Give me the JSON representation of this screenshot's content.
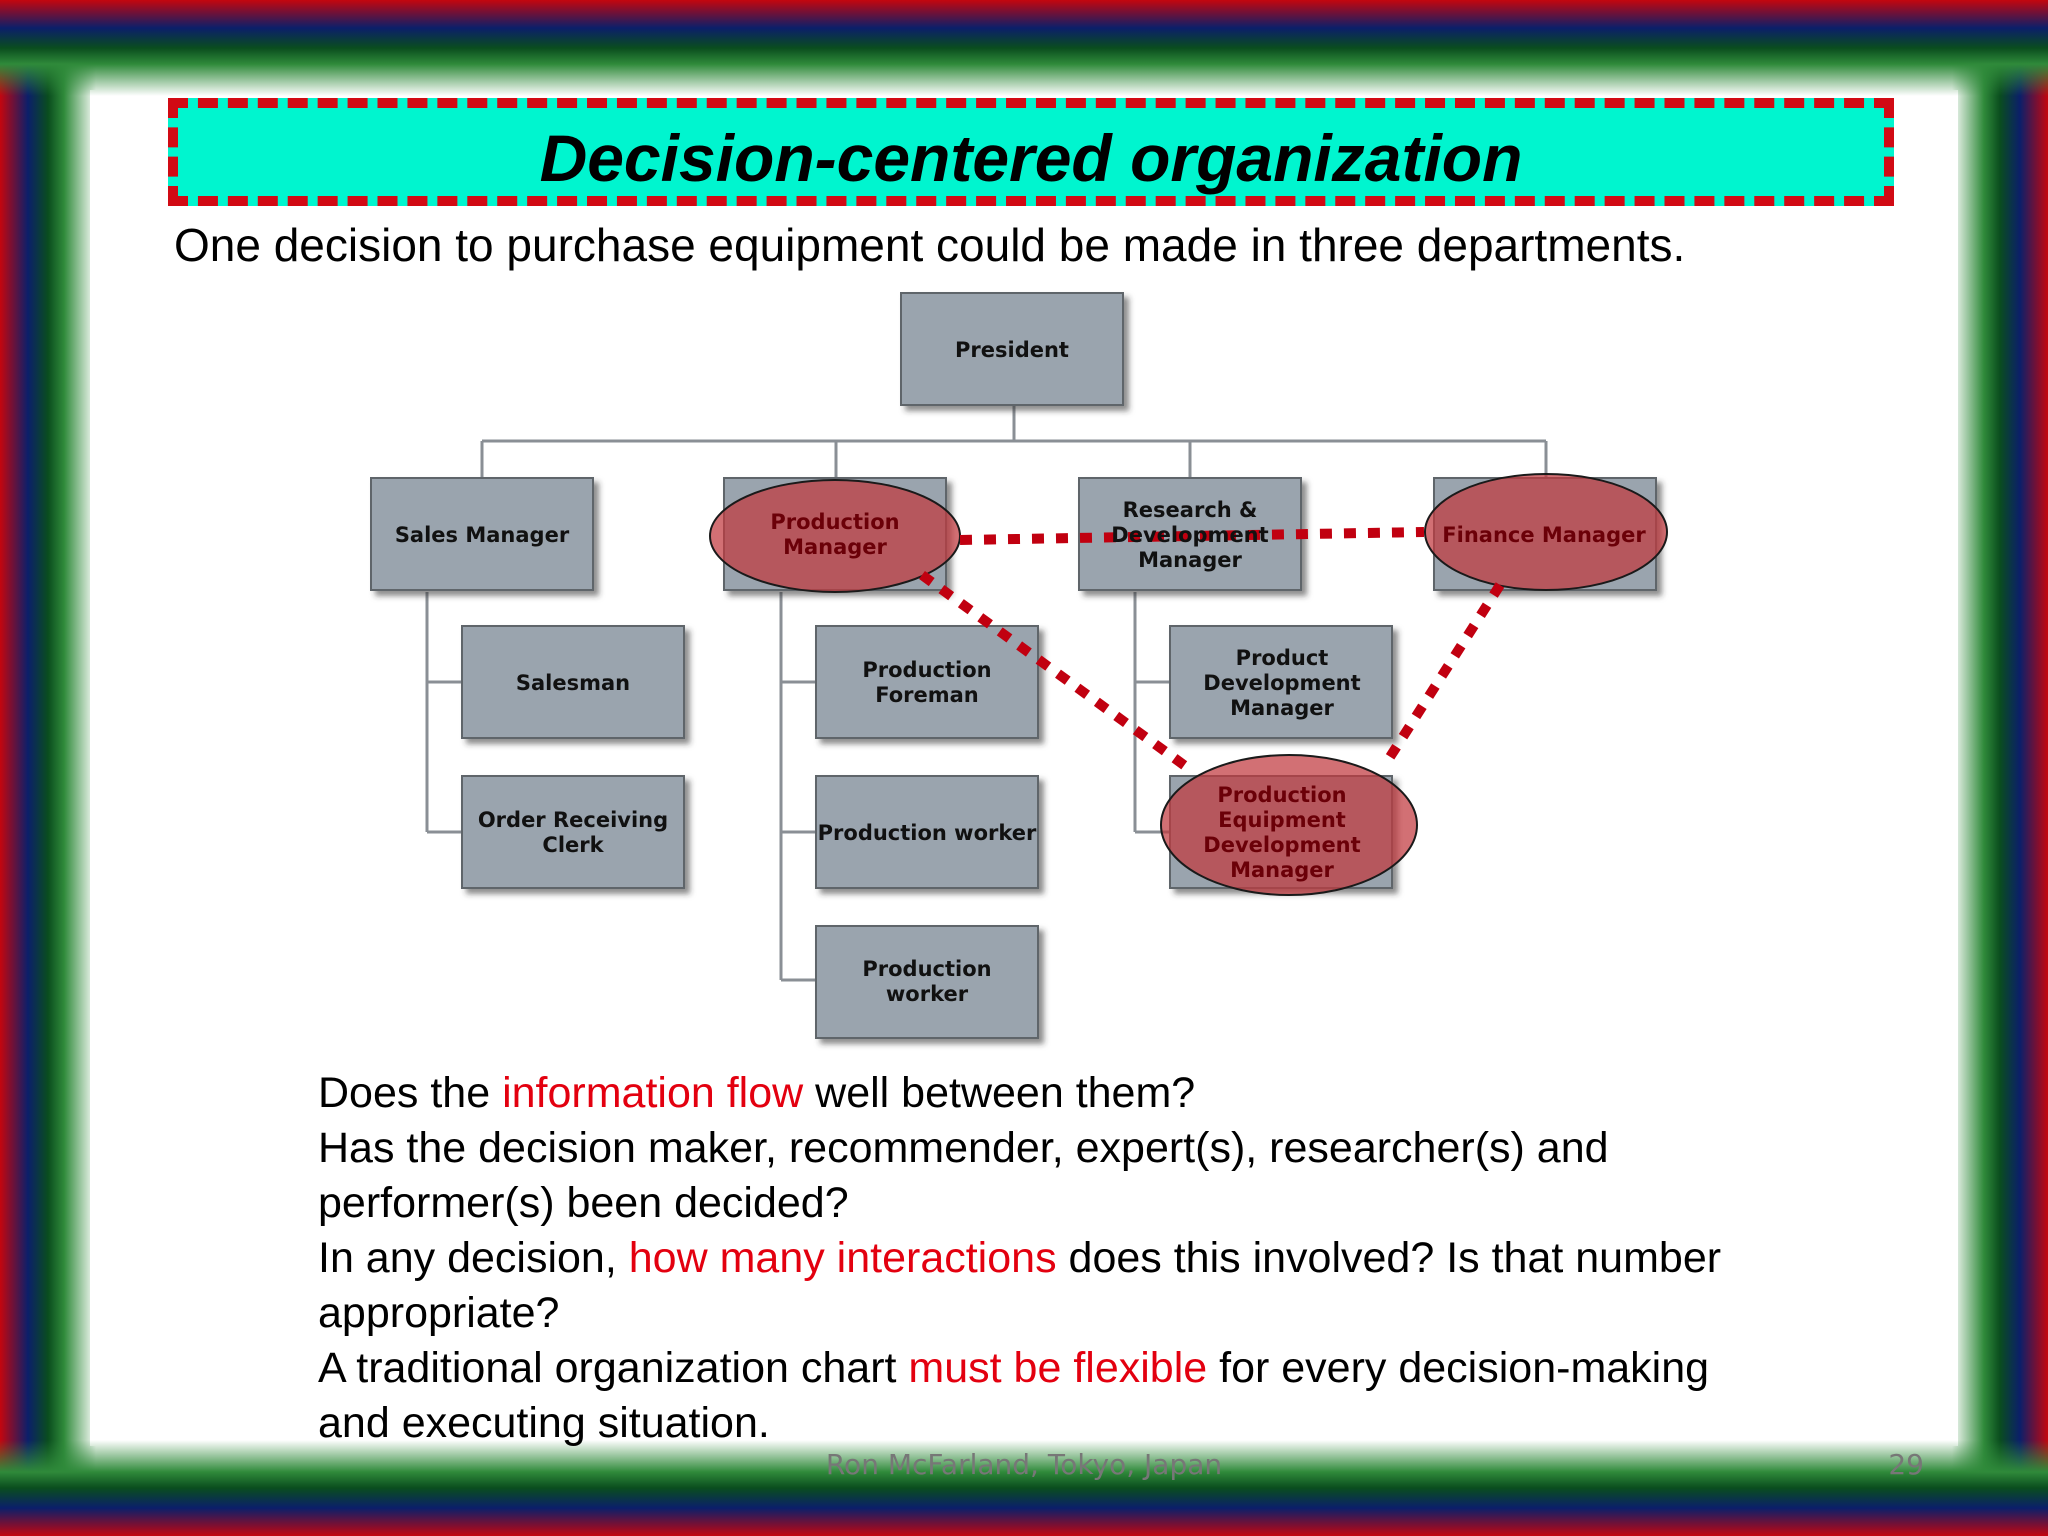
{
  "title": "Decision-centered organization",
  "subtitle": "One decision to purchase equipment could be made in three departments.",
  "org": {
    "president": "President",
    "sales_manager": "Sales Manager",
    "salesman": "Salesman",
    "order_clerk_1": "Order Receiving",
    "order_clerk_2": "Clerk",
    "production_manager_1": "Production",
    "production_manager_2": "Manager",
    "production_foreman_1": "Production",
    "production_foreman_2": "Foreman",
    "production_worker": "Production worker",
    "production_worker2_1": "Production",
    "production_worker2_2": "worker",
    "rd_manager_1": "Research &",
    "rd_manager_2": "Development",
    "rd_manager_3": "Manager",
    "product_dev_1": "Product",
    "product_dev_2": "Development",
    "product_dev_3": "Manager",
    "ped_1": "Production",
    "ped_2": "Equipment",
    "ped_3": "Development",
    "ped_4": "Manager",
    "finance_manager": "Finance Manager"
  },
  "questions": {
    "q1_a": "Does the ",
    "q1_hl": "information flow",
    "q1_b": " well between them?",
    "q2": "Has the decision maker, recommender, expert(s), researcher(s) and performer(s) been decided?",
    "q3_a": "In any decision, ",
    "q3_hl": "how many interactions",
    "q3_b": " does this involved?  Is that number appropriate?",
    "q4_a": "A traditional organization chart ",
    "q4_hl": "must be flexible",
    "q4_b": " for every decision-making and executing situation."
  },
  "footer": "Ron McFarland, Tokyo, Japan",
  "page_number": "29",
  "colors": {
    "accent_red": "#e3000f",
    "title_bg": "#00f5cf",
    "box_fill": "#9aa4ae",
    "highlight_ellipse": "#c0393f"
  }
}
